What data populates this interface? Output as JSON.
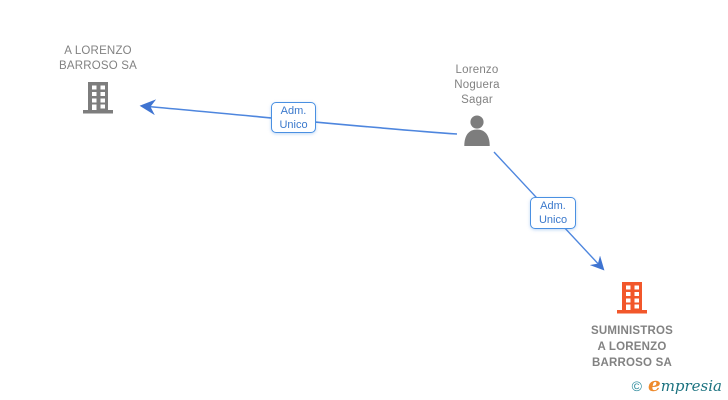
{
  "diagram": {
    "type": "company-relationship-diagram",
    "entities": [
      {
        "id": "company-a",
        "name": "A LORENZO BARROSO SA",
        "label_lines": [
          "A LORENZO",
          "BARROSO SA"
        ],
        "icon": "building-icon",
        "icon_color": "#7d7d7d"
      },
      {
        "id": "person",
        "name": "Lorenzo Noguera Sagar",
        "label_lines": [
          "Lorenzo",
          "Noguera",
          "Sagar"
        ],
        "icon": "person-icon",
        "icon_color": "#7d7d7d"
      },
      {
        "id": "company-b",
        "name": "SUMINISTROS A LORENZO BARROSO SA",
        "label_lines": [
          "SUMINISTROS",
          "A LORENZO",
          "BARROSO SA"
        ],
        "icon": "building-icon",
        "icon_color": "#f2572b"
      }
    ],
    "edges": [
      {
        "from": "Lorenzo Noguera Sagar",
        "to": "A LORENZO BARROSO SA",
        "label_lines": [
          "Adm.",
          "Unico"
        ]
      },
      {
        "from": "Lorenzo Noguera Sagar",
        "to": "SUMINISTROS A LORENZO BARROSO SA",
        "label_lines": [
          "Adm.",
          "Unico"
        ]
      }
    ]
  },
  "branding": {
    "copyright_symbol": "©",
    "logo_text_first": "e",
    "logo_text_rest": "mpresia"
  },
  "colors": {
    "label_gray": "#828282",
    "building_gray": "#7d7d7d",
    "building_orange": "#f2572b",
    "arrow_blue": "#4e86de",
    "box_border_blue": "#4a90e2",
    "box_text_blue": "#3b79cc",
    "logo_teal": "#1c7380",
    "logo_orange": "#ee8a2c"
  }
}
